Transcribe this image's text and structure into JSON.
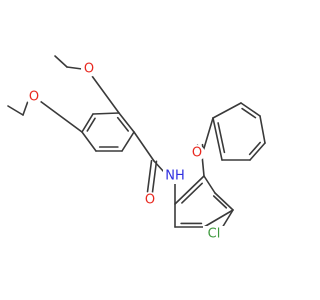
{
  "molecule": {
    "colors": {
      "bond": "#3a3a3a",
      "oxygen": "#e8281f",
      "nitrogen": "#2f2fe0",
      "chlorine": "#3f9a3f",
      "carbon": "#3a3a3a"
    },
    "atom_labels": {
      "o_ethoxy_upper": "O",
      "o_ethoxy_lower": "O",
      "o_amide": "O",
      "o_ketone": "O",
      "n_amide": "NH",
      "cl": "Cl"
    }
  }
}
